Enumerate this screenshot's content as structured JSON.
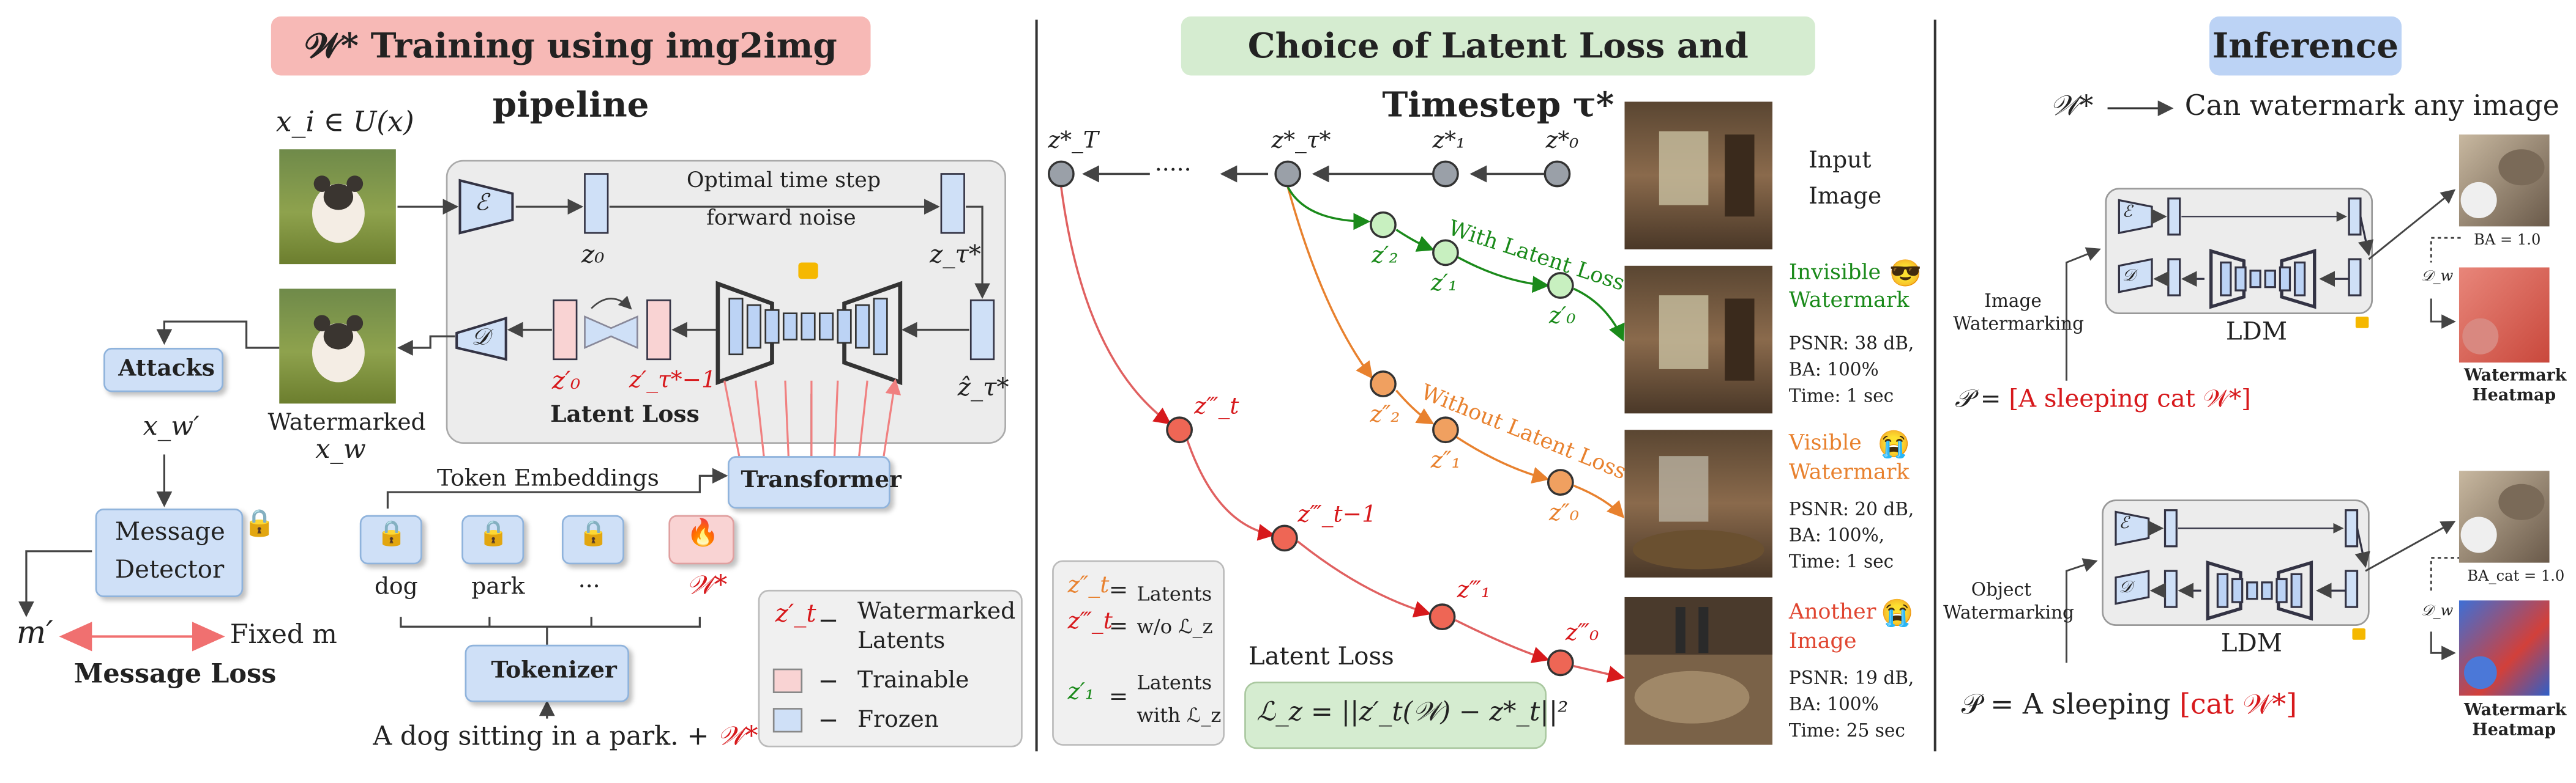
{
  "left": {
    "header": "𝒲* Training using img2img pipeline",
    "input_set": "x_i ∈ U(x)",
    "encoder": "ℰ",
    "decoder": "𝒟",
    "z0": "z₀",
    "z_tau": "z_τ*",
    "z_hat": "ẑ_τ*",
    "z0_prime": "z′₀",
    "z_tau_prime": "z′_τ*−1",
    "optimal_line1": "Optimal time step",
    "optimal_line2": "forward noise",
    "latent_loss": "Latent Loss",
    "transformer": "Transformer",
    "token_embeddings": "Token Embeddings",
    "tokens": [
      "dog",
      "park",
      "···",
      "𝒲*"
    ],
    "tokenizer": "Tokenizer",
    "prompt": "A dog sitting in a park. + ",
    "prompt_w": "𝒲*",
    "attacks": "Attacks",
    "xw_prime": "x_w′",
    "watermarked_label": "Watermarked",
    "xw": "x_w",
    "detector_line1": "Message",
    "detector_line2": "Detector",
    "m_prime": "m′",
    "fixed_m": "Fixed m",
    "message_loss": "Message Loss",
    "legend": [
      {
        "sym": "z′_t",
        "dash": "−",
        "text1": "Watermarked",
        "text2": "Latents"
      },
      {
        "sym": "",
        "dash": "−",
        "text1": "Trainable",
        "text2": ""
      },
      {
        "sym": "",
        "dash": "−",
        "text1": "Frozen",
        "text2": ""
      }
    ]
  },
  "middle": {
    "header": "Choice of Latent Loss and Timestep τ*",
    "nodes": {
      "zT": "z*_T",
      "ztau": "z*_τ*",
      "z1": "z*₁",
      "z0": "z*₀",
      "dots": "·····",
      "g2": "z′₂",
      "g1": "z′₁",
      "g0": "z′₀",
      "o2": "z″₂",
      "o1": "z″₁",
      "o0": "z″₀",
      "rt": "z‴_t",
      "rt1": "z‴_t−1",
      "r1": "z‴₁",
      "r0": "z‴₀"
    },
    "with_loss": "With Latent Loss",
    "without_loss": "Without Latent Loss",
    "input_image": [
      "Input",
      "Image"
    ],
    "invisible": [
      "Invisible",
      "Watermark"
    ],
    "visible": [
      "Visible",
      "Watermark"
    ],
    "another": [
      "Another",
      "Image"
    ],
    "emoji_cool": "😎",
    "emoji_cry": "😭",
    "stats": [
      [
        "PSNR: 38 dB,",
        "BA: 100%",
        "Time: 1 sec"
      ],
      [
        "PSNR: 20 dB,",
        "BA: 100%,",
        "Time: 1 sec"
      ],
      [
        "PSNR: 19 dB,",
        "BA: 100%",
        "Time: 25 sec"
      ]
    ],
    "legend": [
      {
        "sym": "z″_t",
        "eq": "=",
        "text": "Latents",
        "text2": "w/o ℒ_z"
      },
      {
        "sym": "z‴_t",
        "eq": "=",
        "text": "",
        "text2": ""
      },
      {
        "sym": "z′₁",
        "eq": "=",
        "text": "Latents",
        "text2": "with ℒ_z"
      }
    ],
    "latent_loss_title": "Latent Loss",
    "latent_loss_formula": "ℒ_z = ||z′_t(𝒲) − z*_t||²"
  },
  "right": {
    "header": "Inference",
    "w_star": "𝒲*",
    "can_watermark": "Can watermark any image",
    "image_watermarking": [
      "Image",
      "Watermarking"
    ],
    "object_watermarking": [
      "Object",
      "Watermarking"
    ],
    "ldm": "LDM",
    "ba1": "BA = 1.0",
    "ba2": "BA_cat = 1.0",
    "dw": "𝒟_w",
    "heatmap": [
      "Watermark",
      "Heatmap"
    ],
    "prompt1_pre": "𝒫 = ",
    "prompt1_red": "[A sleeping cat 𝒲*]",
    "prompt2_pre": "𝒫 = A sleeping ",
    "prompt2_red": "[cat 𝒲*]"
  },
  "colors": {
    "trainable": "#f9d3d3",
    "frozen": "#cfe0f7",
    "hdr_left": "#f7b9b6",
    "hdr_mid": "#d5ecd0",
    "hdr_right": "#bcd3f5",
    "green": "#1a8a1a",
    "orange": "#e8812e",
    "red": "#d7191c"
  }
}
